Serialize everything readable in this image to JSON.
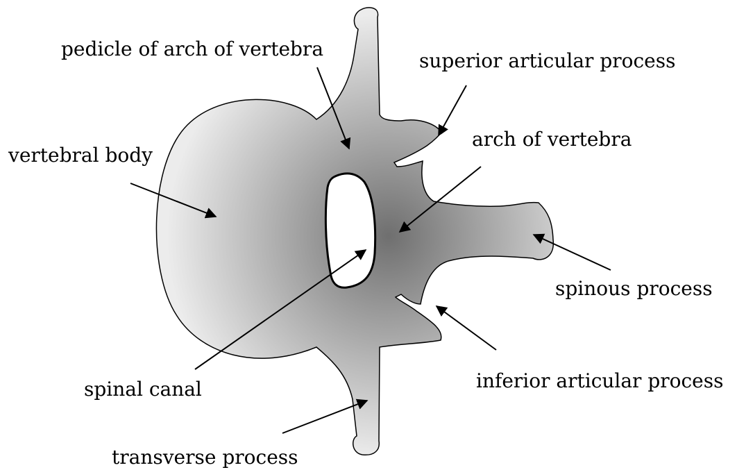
{
  "labels": {
    "pedicle": "pedicle of arch of vertebra",
    "superior_articular": "superior articular process",
    "arch": "arch of vertebra",
    "vertebral_body": "vertebral body",
    "spinous": "spinous process",
    "inferior_articular": "inferior articular process",
    "spinal_canal": "spinal canal",
    "transverse": "transverse process"
  },
  "colors": {
    "shape_dark": "#6f6f6f",
    "shape_light": "#ececec",
    "outline": "#000000",
    "canal": "#ffffff"
  }
}
